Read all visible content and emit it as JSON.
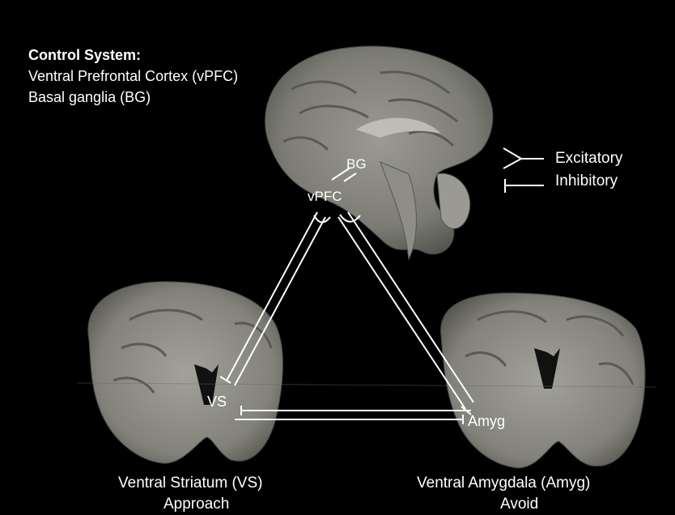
{
  "control_system": {
    "title": "Control System:",
    "line1": "Ventral Prefrontal Cortex (vPFC)",
    "line2": "Basal ganglia (BG)"
  },
  "legend": {
    "excitatory": "Excitatory",
    "inhibitory": "Inhibitory"
  },
  "nodes": {
    "bg": "BG",
    "vpfc": "vPFC",
    "vs": "VS",
    "amyg": "Amyg"
  },
  "captions": {
    "vs_name": "Ventral Striatum (VS)",
    "vs_role": "Approach",
    "amyg_name": "Ventral Amygdala (Amyg)",
    "amyg_role": "Avoid"
  },
  "colors": {
    "background": "#000000",
    "brain": "#8a8a82",
    "brain_dark": "#5e5e57",
    "line": "#ffffff"
  }
}
